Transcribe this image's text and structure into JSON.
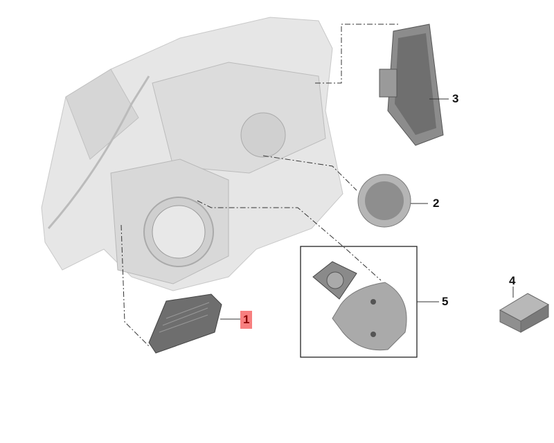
{
  "callouts": [
    {
      "number": "1",
      "highlighted": true
    },
    {
      "number": "2",
      "highlighted": false
    },
    {
      "number": "3",
      "highlighted": false
    },
    {
      "number": "4",
      "highlighted": false
    },
    {
      "number": "5",
      "highlighted": false
    }
  ],
  "colors": {
    "highlight": "#f77f7f",
    "highlight_text": "#8b0000",
    "part_gray": "#9a9a9a",
    "housing": "#e4e4e4"
  }
}
